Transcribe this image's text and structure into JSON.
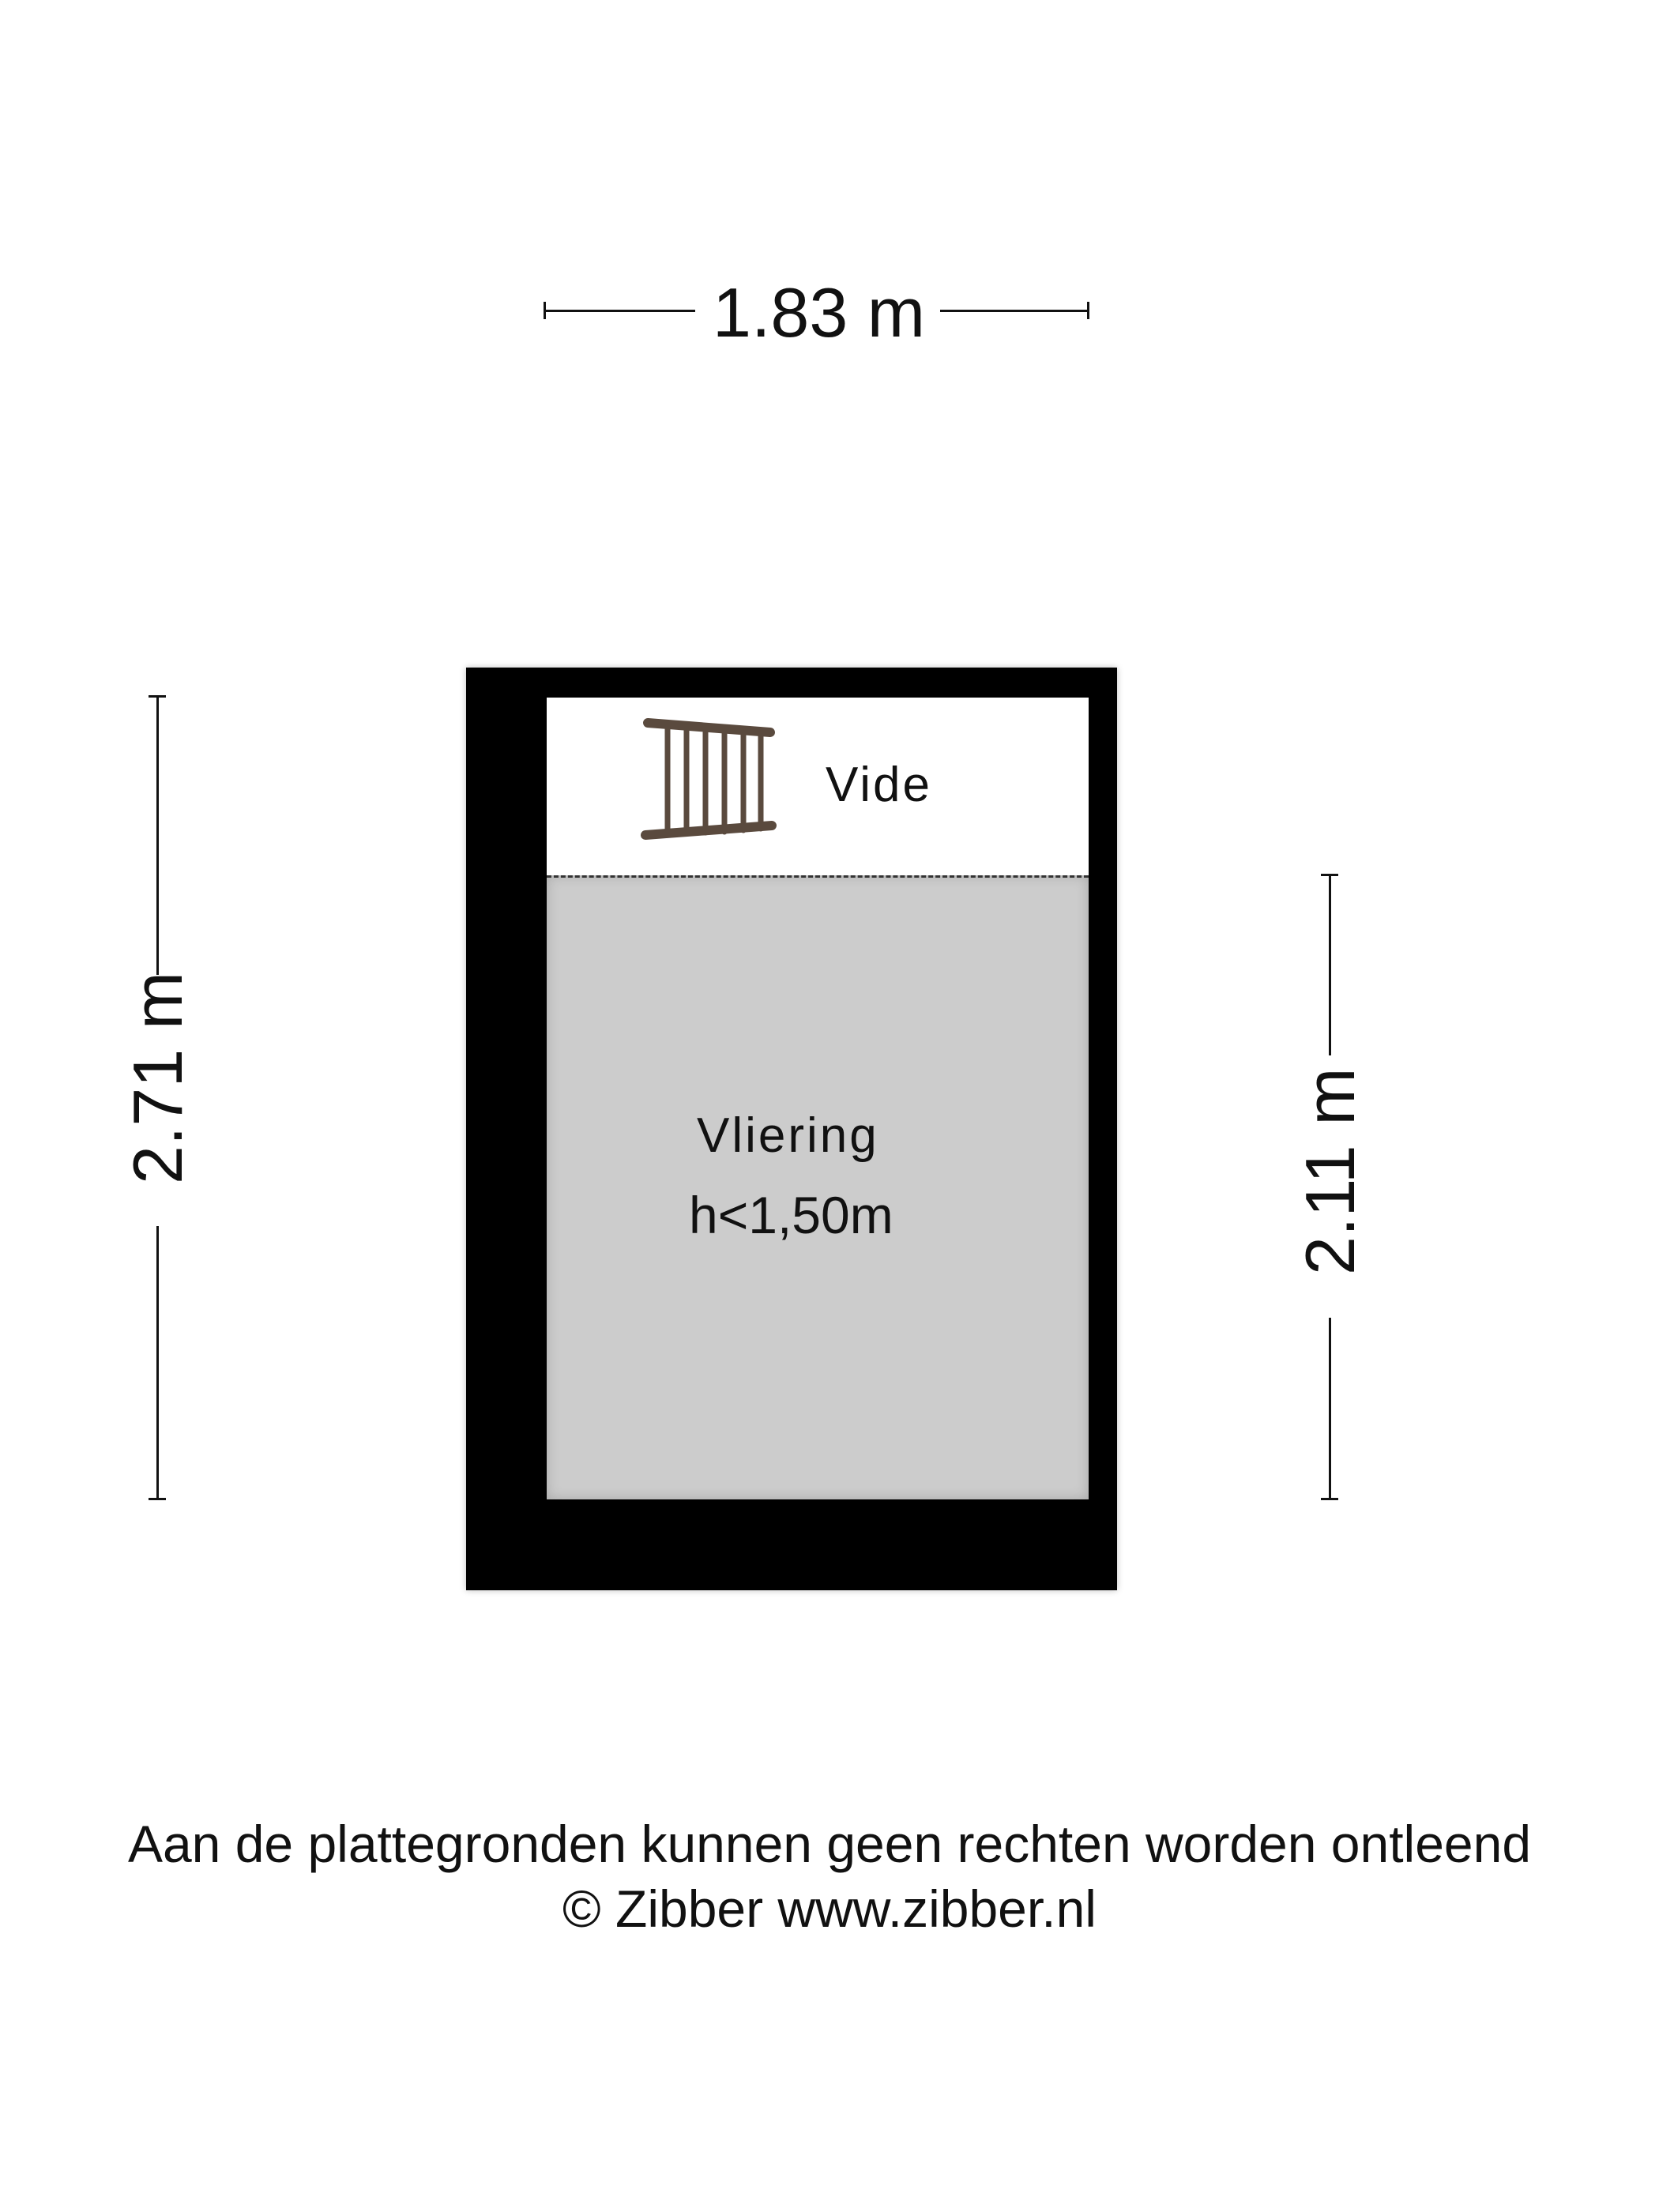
{
  "dimensions": {
    "width_top": "1.83 m",
    "height_left": "2.71 m",
    "height_right": "2.11 m"
  },
  "rooms": {
    "vide": {
      "label": "Vide"
    },
    "vliering": {
      "label": "Vliering",
      "height_note": "h<1,50m"
    }
  },
  "footer": {
    "disclaimer": "Aan de plattegronden kunnen geen rechten worden ontleend",
    "copyright": "© Zibber www.zibber.nl"
  },
  "colors": {
    "wall": "#000000",
    "vliering_fill": "#cccccc",
    "vide_fill": "#ffffff",
    "ladder": "#5a4a3e"
  },
  "icons": [
    "ladder-icon"
  ]
}
